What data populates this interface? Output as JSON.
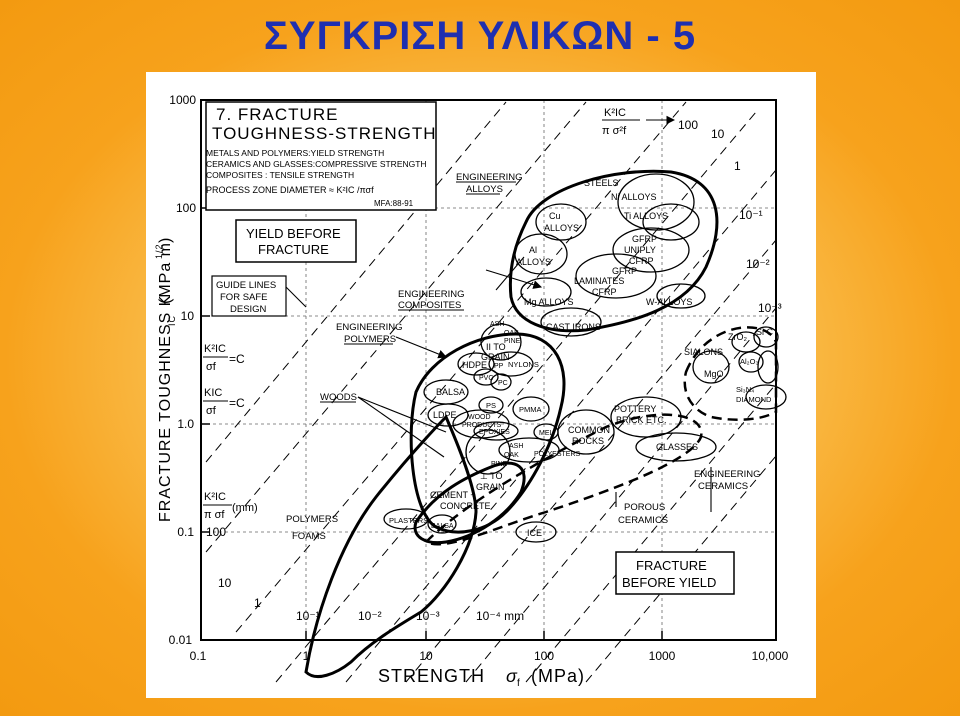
{
  "slide": {
    "title": "ΣΥΓΚΡΙΣΗ ΥΛΙΚΩΝ - 5",
    "background_color": "#f7a21c",
    "title_color": "#1f2fb0"
  },
  "figure": {
    "panel_title_1": "7.  FRACTURE",
    "panel_title_2": "TOUGHNESS-STRENGTH",
    "legend_lines": [
      "METALS AND POLYMERS:YIELD STRENGTH",
      "CERAMICS AND GLASSES:COMPRESSIVE STRENGTH",
      "COMPOSITES : TENSILE STRENGTH",
      "PROCESS ZONE DIAMETER ≈ K²IC /πσf"
    ],
    "ref_code": "MFA:88-91",
    "x_axis": {
      "label": "STRENGTH",
      "symbol": "σ",
      "sub": "f",
      "unit": "(MPa)",
      "ticks": [
        "0.1",
        "1",
        "10",
        "100",
        "1000",
        "10,000"
      ]
    },
    "y_axis": {
      "label": "FRACTURE TOUGHNESS  K",
      "sub": "IC",
      "unit": "(MPa m",
      "exp": "1/2",
      "close": ")",
      "ticks": [
        "1000",
        "100",
        "10",
        "1.0",
        "0.1",
        "0.01"
      ]
    },
    "guide_labels": {
      "top_formula_num": "K²IC",
      "top_formula_den": "π σ²f",
      "top_right": [
        "100",
        "10",
        "1",
        "10⁻¹",
        "10⁻²",
        "10⁻³"
      ],
      "bottom": [
        "10",
        "1",
        "10⁻¹",
        "10⁻²",
        "10⁻³",
        "10⁻⁴ mm"
      ],
      "left_formula_1_num": "K²IC",
      "left_formula_1_den": "σf",
      "left_formula_1_eq": "=C",
      "left_formula_2_num": "KIC",
      "left_formula_2_den": "σf",
      "left_formula_2_eq": "=C",
      "left_formula_3_num": "K²IC",
      "left_formula_3_den": "π σf",
      "left_formula_3_unit": "(mm)",
      "left_100": "100"
    },
    "boxes": {
      "yield_before_fracture": [
        "YIELD BEFORE",
        "FRACTURE"
      ],
      "guide_lines": [
        "GUIDE LINES",
        "FOR SAFE",
        "DESIGN"
      ],
      "fracture_before_yield": [
        "FRACTURE",
        "BEFORE YIELD"
      ]
    },
    "class_labels": {
      "engineering_alloys": [
        "ENGINEERING",
        "ALLOYS"
      ],
      "engineering_composites": [
        "ENGINEERING",
        "COMPOSITES"
      ],
      "engineering_polymers": [
        "ENGINEERING",
        "POLYMERS"
      ],
      "woods": "WOODS",
      "polymers_foams": [
        "POLYMERS",
        "FOAMS"
      ],
      "engineering_ceramics": [
        "ENGINEERING",
        "CERAMICS"
      ],
      "porous_ceramics": [
        "POROUS",
        "CERAMICS"
      ]
    },
    "materials": {
      "steels": "STEELS",
      "ni_alloys": "Ni ALLOYS",
      "ti_alloys": "Ti ALLOYS",
      "cu_alloys": [
        "Cu",
        "ALLOYS"
      ],
      "al_alloys": [
        "Al",
        "ALLOYS"
      ],
      "gfrp": [
        "GFRP",
        "UNIPLY",
        "CFRP"
      ],
      "laminates": [
        "GFRP",
        "LAMINATES",
        "CFRP"
      ],
      "mg_alloys": "Mg ALLOYS",
      "w_alloys": "W-ALLOYS",
      "cast_irons": "CAST IRONS",
      "wood_parallel": [
        "ASH",
        "OAK",
        "PINE",
        "II TO",
        "GRAIN"
      ],
      "hdpe": "HDPE",
      "pp": "PP",
      "nylons": "NYLONS",
      "pvc": "PVC",
      "pc": "PC",
      "balsa": "BALSA",
      "ps": "PS",
      "pmma": "PMMA",
      "ldpe": "LDPE",
      "wood_products": [
        "WOOD",
        "PRODUCTS"
      ],
      "epoxies": "EPOXIES",
      "mel": "MEL",
      "wood_perp": [
        "ASH",
        "OAK",
        "PINE",
        "⊥ TO",
        "GRAIN"
      ],
      "polyesters": "POLYESTERS",
      "cement": [
        "CEMENT +",
        "CONCRETE"
      ],
      "plasters": "PLASTERS",
      "balsa_small": "BALSA",
      "ice": "ICE",
      "common_rocks": [
        "COMMON",
        "ROCKS"
      ],
      "pottery": [
        "POTTERY",
        "BRICK ETC."
      ],
      "glasses": "GLASSES",
      "sialons": "SIALONS",
      "zro2": "ZrO₂",
      "sic": "Si C",
      "al2o3": "Al₂O₃",
      "mgo": "MgO",
      "si3n4": "Si₃N₄",
      "diamond": "DIAMOND"
    }
  }
}
